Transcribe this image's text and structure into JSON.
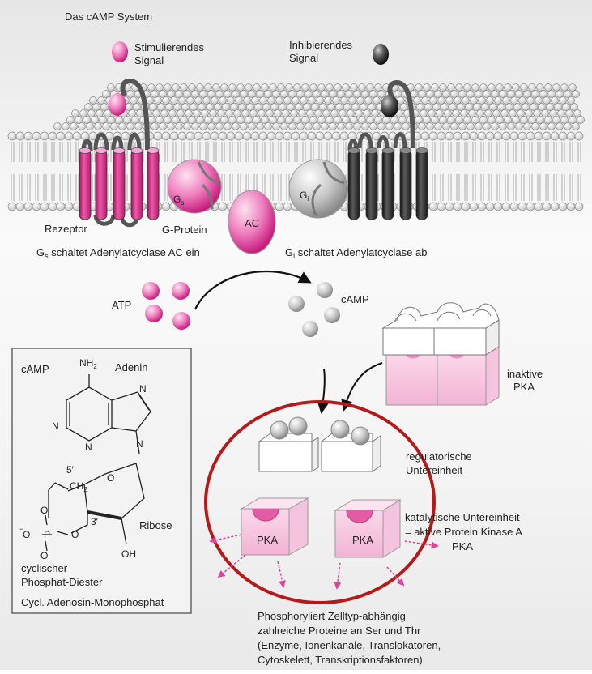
{
  "title": "Das cAMP System",
  "legend": {
    "stimulating_signal": [
      "Stimulierendes",
      "Signal"
    ],
    "inhibiting_signal": [
      "Inhibierendes",
      "Signal"
    ]
  },
  "membrane": {
    "receptor_label": "Rezeptor",
    "g_protein_label": "G-Protein",
    "gs_label": "G",
    "gs_sub": "s",
    "gi_label": "G",
    "gi_sub": "i",
    "ac_label": "AC",
    "gs_caption_main": "G",
    "gs_caption_sub": "s",
    "gs_caption_rest": " schaltet Adenylatcyclase AC ein",
    "gi_caption_main": "G",
    "gi_caption_sub": "i",
    "gi_caption_rest": " schaltet Adenylatcyclase ab"
  },
  "reaction": {
    "atp_label": "ATP",
    "camp_label": "cAMP"
  },
  "structure_box": {
    "camp_label": "cAMP",
    "nh2_label": "NH",
    "nh2_sub": "2",
    "adenine_label": "Adenin",
    "n1": "N",
    "n3": "N",
    "n7": "N",
    "n9": "N",
    "c5_label": "5′",
    "ch2_label": "CH",
    "ch2_sub": "2",
    "ring_o": "O",
    "c3_label": "3′",
    "ribose_label": "Ribose",
    "o_top": "O",
    "o_minus": "O",
    "minus": "−",
    "p_label": "P",
    "o_right": "O",
    "o_bottom": "O",
    "oh_label": "OH",
    "diester_label": [
      "cyclischer",
      "Phosphat-Diester"
    ],
    "full_name": "Cycl. Adenosin-Monophosphat"
  },
  "pka": {
    "inactive_label": [
      "inaktive",
      "PKA"
    ],
    "regulatory_label": [
      "regulatorische",
      "Untereinheit"
    ],
    "catalytic_label": [
      "katalytische Untereinheit",
      "= aktive Protein Kinase A",
      "PKA"
    ],
    "pka_left": "PKA",
    "pka_right": "PKA"
  },
  "footer": [
    "Phosphoryliert Zelltyp-abhängig",
    "zahlreiche Proteine an Ser und Thr",
    "(Enzyme, Ionenkanäle, Translokatoren,",
    "Cytoskelett, Transkriptionsfaktoren)"
  ],
  "colors": {
    "pink": "#e0409a",
    "pink_light": "#f6bfdc",
    "gray_ball": "#c8c8c8",
    "dark_receptor": "#2a2a2a",
    "circle_red": "#b51a1a"
  }
}
